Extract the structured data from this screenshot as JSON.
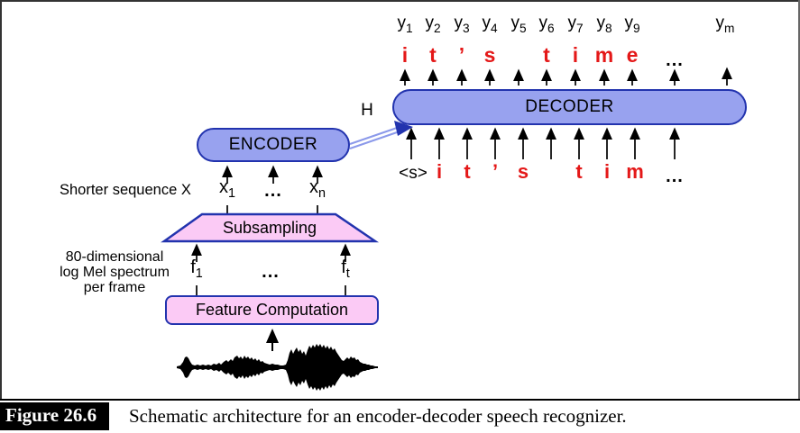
{
  "figure": {
    "label": "Figure 26.6",
    "caption": "Schematic architecture for an encoder-decoder speech recognizer."
  },
  "colors": {
    "box_fill": "#98a2ef",
    "box_border": "#2233ae",
    "pink_fill": "#fbcaf5",
    "red_text": "#e41818"
  },
  "decoder": {
    "label": "DECODER",
    "outputs": [
      {
        "b": "y",
        "s": "1"
      },
      {
        "b": "y",
        "s": "2"
      },
      {
        "b": "y",
        "s": "3"
      },
      {
        "b": "y",
        "s": "4"
      },
      {
        "b": "y",
        "s": "5"
      },
      {
        "b": "y",
        "s": "6"
      },
      {
        "b": "y",
        "s": "7"
      },
      {
        "b": "y",
        "s": "8"
      },
      {
        "b": "y",
        "s": "9"
      },
      {
        "b": "y",
        "s": "m"
      }
    ],
    "output_text": [
      "i",
      "t",
      "’",
      "s",
      "t",
      "i",
      "m",
      "e"
    ],
    "output_more": "...",
    "inputs": [
      "<s>",
      "i",
      "t",
      "’",
      "s",
      "t",
      "i",
      "m"
    ],
    "input_more": "..."
  },
  "encoder": {
    "label": "ENCODER",
    "hidden_state_label": "H",
    "sequence_note": "Shorter sequence X",
    "inputs": [
      {
        "b": "x",
        "s": "1"
      },
      {
        "b": "x",
        "s": "n"
      }
    ],
    "inputs_more": "..."
  },
  "subsampling": {
    "label": "Subsampling",
    "features": [
      {
        "b": "f",
        "s": "1"
      },
      {
        "b": "f",
        "s": "t"
      }
    ],
    "features_more": "...",
    "note_lines": [
      "80-dimensional",
      "log Mel spectrum",
      "per frame"
    ]
  },
  "feature_computation": {
    "label": "Feature Computation"
  }
}
